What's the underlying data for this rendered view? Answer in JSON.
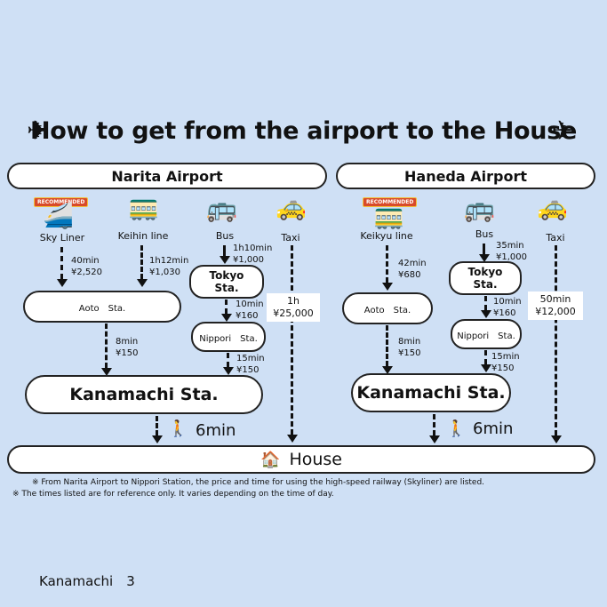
{
  "title": "How to get from the airport to the House",
  "icons": {
    "plane": "✈",
    "train": "🚄",
    "local_train": "🚃",
    "bus": "🚌",
    "taxi": "🚕",
    "walk": "🚶",
    "house": "🏠"
  },
  "narita": {
    "header": "Narita Airport",
    "recommended": "RECOMMENDED",
    "routes": {
      "sky_liner": "Sky Liner",
      "keihin": "Keihin line",
      "bus": "Bus",
      "taxi": "Taxi"
    },
    "sky_liner_info": [
      "40min",
      "¥2,520"
    ],
    "keihin_info": [
      "1h12min",
      "¥1,030"
    ],
    "bus_info": [
      "1h10min",
      "¥1,000"
    ],
    "tokyo_sta": "Tokyo Sta.",
    "tokyo_to_nippori": [
      "10min",
      "¥160"
    ],
    "aoto": "Aoto　Sta.",
    "nippori": "Nippori　Sta.",
    "aoto_to_kanamachi": [
      "8min",
      "¥150"
    ],
    "nippori_to_kanamachi": [
      "15min",
      "¥150"
    ],
    "taxi_info": [
      "1h",
      "¥25,000"
    ],
    "kanamachi": "Kanamachi Sta.",
    "walk": "6min"
  },
  "haneda": {
    "header": "Haneda Airport",
    "recommended": "RECOMMENDED",
    "routes": {
      "keikyu": "Keikyu line",
      "bus": "Bus",
      "taxi": "Taxi"
    },
    "keikyu_info": [
      "42min",
      "¥680"
    ],
    "bus_info": [
      "35min",
      "¥1,000"
    ],
    "tokyo_sta": "Tokyo Sta.",
    "tokyo_to_nippori": [
      "10min",
      "¥160"
    ],
    "aoto": "Aoto　Sta.",
    "nippori": "Nippori　Sta.",
    "aoto_to_kanamachi": [
      "8min",
      "¥150"
    ],
    "nippori_to_kanamachi": [
      "15min",
      "¥150"
    ],
    "taxi_info": [
      "50min",
      "¥12,000"
    ],
    "kanamachi": "Kanamachi Sta.",
    "walk": "6min"
  },
  "house": "House",
  "notes": [
    "※ From Narita Airport to Nippori Station, the price and time for using the high-speed railway (Skyliner) are listed.",
    "※ The times listed are for reference only. It varies depending on the time of day."
  ],
  "footer": "Kanamachi　3"
}
